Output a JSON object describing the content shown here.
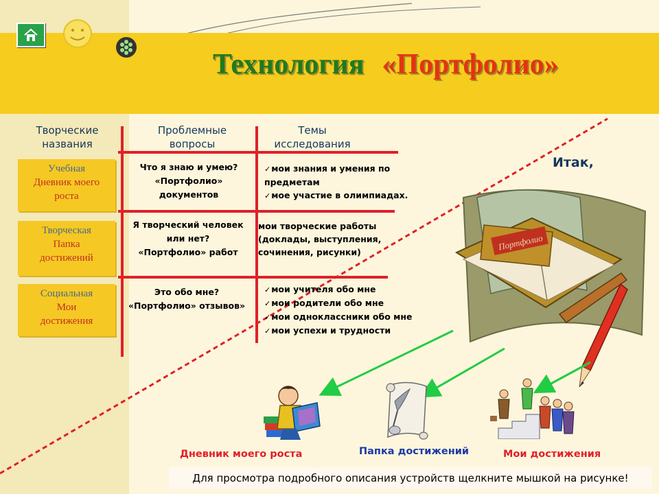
{
  "title": {
    "part1": "Технология",
    "part2": "«Портфолио»"
  },
  "headers": [
    {
      "line1": "Творческие",
      "line2": "названия"
    },
    {
      "line1": "Проблемные",
      "line2": "вопросы"
    },
    {
      "line1": "Темы",
      "line2": "исследования"
    }
  ],
  "rows": [
    {
      "category": {
        "type": "Учебная",
        "name1": "Дневник моего",
        "name2": "роста"
      },
      "question": [
        "Что я знаю и умею?",
        "«Портфолио»",
        "документов"
      ],
      "topics": [
        "мои знания и умения по",
        "предметам",
        "мое участие в олимпиадах."
      ]
    },
    {
      "category": {
        "type": "Творческая",
        "name1": "Папка",
        "name2": "достижений"
      },
      "question": [
        "Я творческий человек",
        "или нет?",
        "«Портфолио» работ"
      ],
      "topics": [
        "мои творческие работы",
        "(доклады, выступления,",
        "сочинения, рисунки)"
      ]
    },
    {
      "category": {
        "type": "Социальная",
        "name1": "Мои",
        "name2": "достижения"
      },
      "question": [
        "Это обо мне?",
        "«Портфолио» отзывов»"
      ],
      "topics": [
        "мои учителя обо мне",
        "мои родители обо мне",
        "мои одноклассники обо мне",
        "мои успехи и трудности"
      ]
    }
  ],
  "itak": "Итак,",
  "book_label": "Портфолио",
  "bottom_labels": {
    "diary": "Дневник моего роста",
    "folder": "Папка достижений",
    "achievements": "Мои достижения"
  },
  "footer_text": "Для просмотра подробного описания  устройств щелкните мышкой на рисунке!",
  "colors": {
    "band": "#f6cc1e",
    "title_green": "#1f7a1f",
    "title_red": "#e23412",
    "grid_red": "#e0202a",
    "arrow_green": "#22cc44",
    "header_blue": "#16365c",
    "label_red": "#e0202a",
    "label_blue": "#1a3aa8"
  },
  "icons": [
    "home-icon",
    "smiley-icon",
    "menu-dots-icon",
    "book-icon",
    "pencil-icon",
    "reading-child-icon",
    "scroll-quill-icon",
    "people-group-icon"
  ]
}
